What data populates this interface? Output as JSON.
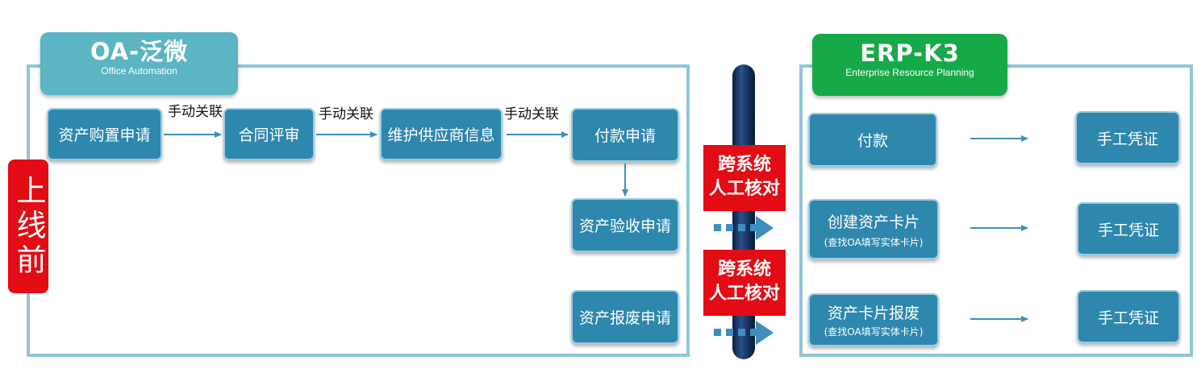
{
  "left_section": {
    "title": "OA-泛微",
    "subtitle": "Office Automation",
    "side_tag": "上线前",
    "flow_labels": [
      "手动关联",
      "手动关联",
      "手动关联"
    ],
    "steps": [
      "资产购置申请",
      "合同评审",
      "维护供应商信息",
      "付款申请"
    ],
    "extra_steps": [
      "资产验收申请",
      "资产报废申请"
    ]
  },
  "middle": {
    "tags": [
      {
        "line1": "跨系统",
        "line2": "人工核对"
      },
      {
        "line1": "跨系统",
        "line2": "人工核对"
      }
    ]
  },
  "right_section": {
    "title": "ERP-K3",
    "subtitle": "Enterprise Resource Planning",
    "rows": [
      {
        "action": "付款",
        "note": "",
        "result": "手工凭证"
      },
      {
        "action": "创建资产卡片",
        "note": "(查找OA填写实体卡片)",
        "result": "手工凭证"
      },
      {
        "action": "资产卡片报废",
        "note": "(查找OA填写实体卡片)",
        "result": "手工凭证"
      }
    ]
  },
  "colors": {
    "oa_header": "#5bb5c2",
    "erp_header": "#16a948",
    "box": "#2e87ad",
    "frame": "#8ec6d7",
    "arrow": "#3e8fbc",
    "red_tag": "#e30b14",
    "pipe": "#17325f"
  }
}
